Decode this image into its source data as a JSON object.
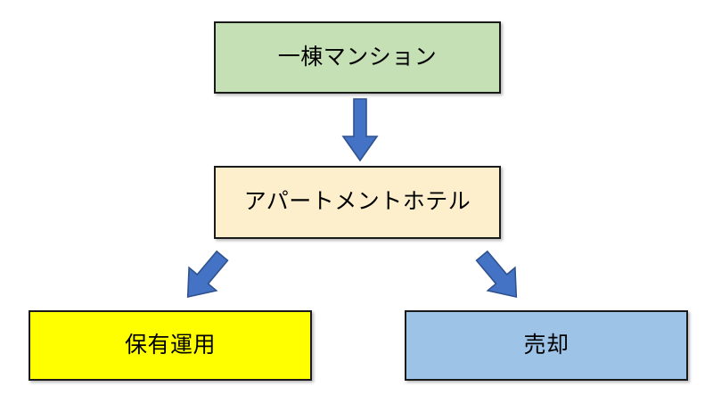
{
  "diagram": {
    "title": "",
    "background_color": "#FFFFFF",
    "nodes": [
      {
        "id": "property",
        "label": "一棟マンション",
        "fill_color": "#C5E0B4",
        "border_color": "#1A1A1A",
        "text_color": "#000000"
      },
      {
        "id": "aparthotel",
        "label": "アパートメントホテル",
        "fill_color": "#FDEFCB",
        "border_color": "#1A1A1A",
        "text_color": "#000000"
      },
      {
        "id": "hold",
        "label": "保有運用",
        "fill_color": "#FFFF00",
        "border_color": "#1A1A1A",
        "text_color": "#000000"
      },
      {
        "id": "sell",
        "label": "売却",
        "fill_color": "#9DC3E6",
        "border_color": "#1A1A1A",
        "text_color": "#000000"
      }
    ],
    "arrows": [
      {
        "id": "property-to-aparthotel",
        "direction": "down",
        "from": "property",
        "to": "aparthotel",
        "fill_color": "#4472C4",
        "border_color": "#2F528F"
      },
      {
        "id": "aparthotel-to-hold",
        "direction": "down-left",
        "from": "aparthotel",
        "to": "hold",
        "fill_color": "#4472C4",
        "border_color": "#2F528F"
      },
      {
        "id": "aparthotel-to-sell",
        "direction": "down-right",
        "from": "aparthotel",
        "to": "sell",
        "fill_color": "#4472C4",
        "border_color": "#2F528F"
      }
    ]
  }
}
